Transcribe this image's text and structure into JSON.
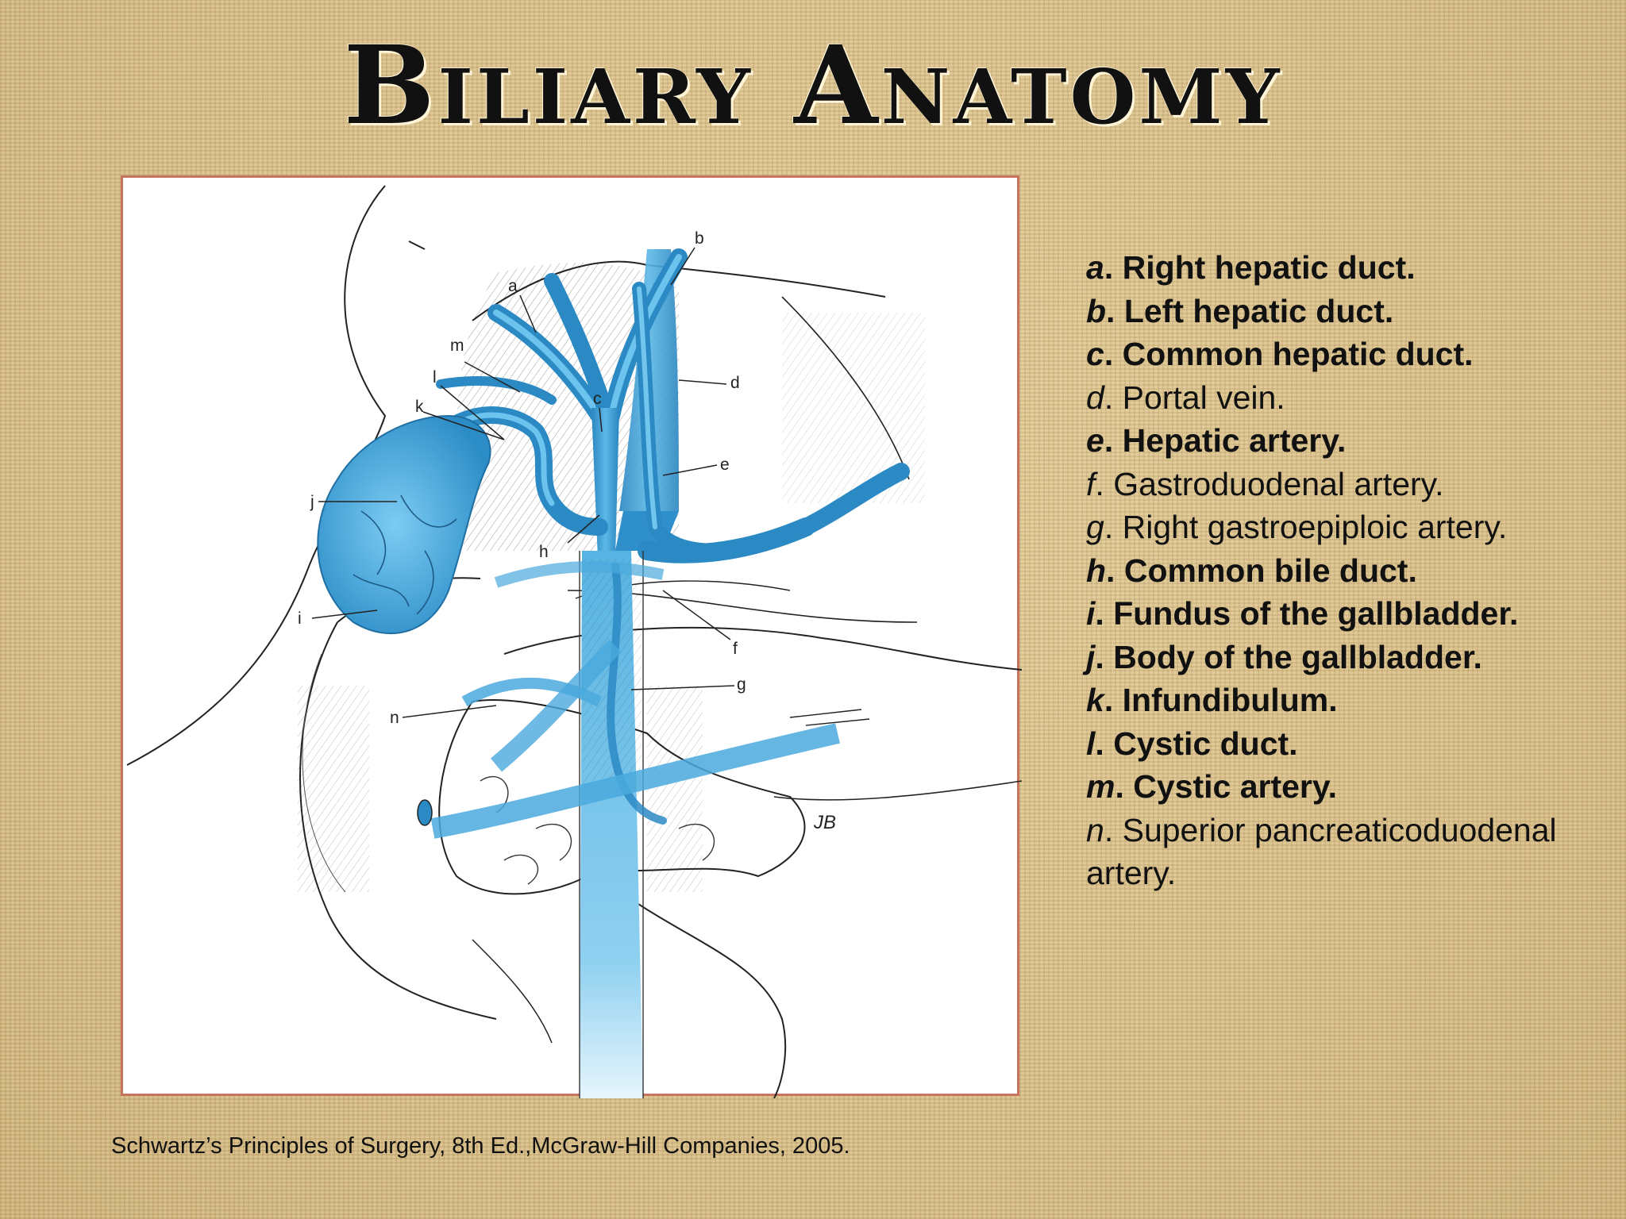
{
  "title": "Biliary Anatomy",
  "legend": [
    {
      "letter": "a",
      "text": ". Right hepatic duct.",
      "bold": true
    },
    {
      "letter": "b",
      "text": ". Left hepatic duct.",
      "bold": true
    },
    {
      "letter": "c",
      "text": ". Common hepatic duct.",
      "bold": true
    },
    {
      "letter": "d",
      "text": ". Portal vein.",
      "bold": false
    },
    {
      "letter": "e",
      "text": ". Hepatic artery.",
      "bold": true
    },
    {
      "letter": "f",
      "text": ". Gastroduodenal artery.",
      "bold": false
    },
    {
      "letter": "g",
      "text": ". Right gastroepiploic artery.",
      "bold": false
    },
    {
      "letter": "h",
      "text": ". Common bile duct.",
      "bold": true
    },
    {
      "letter": "i",
      "text": ". Fundus of the gallbladder.",
      "bold": true
    },
    {
      "letter": "j",
      "text": ". Body of the gallbladder.",
      "bold": true
    },
    {
      "letter": "k",
      "text": ". Infundibulum.",
      "bold": true
    },
    {
      "letter": "l",
      "text": ". Cystic duct.",
      "bold": true
    },
    {
      "letter": "m",
      "text": ". Cystic artery.",
      "bold": true
    },
    {
      "letter": "n",
      "text": ". Superior pancreaticoduodenal artery.",
      "bold": false
    }
  ],
  "figure": {
    "labels": [
      "a",
      "b",
      "c",
      "d",
      "e",
      "f",
      "g",
      "h",
      "i",
      "j",
      "k",
      "l",
      "m",
      "n"
    ],
    "signature": "JB"
  },
  "citation": "Schwartz’s Principles of Surgery,  8th Ed.,McGraw-Hill Companies, 2005.",
  "colors": {
    "duct_blue": "#3a9fd3",
    "frame_border": "#c8735e",
    "background": "#d9c08c"
  }
}
